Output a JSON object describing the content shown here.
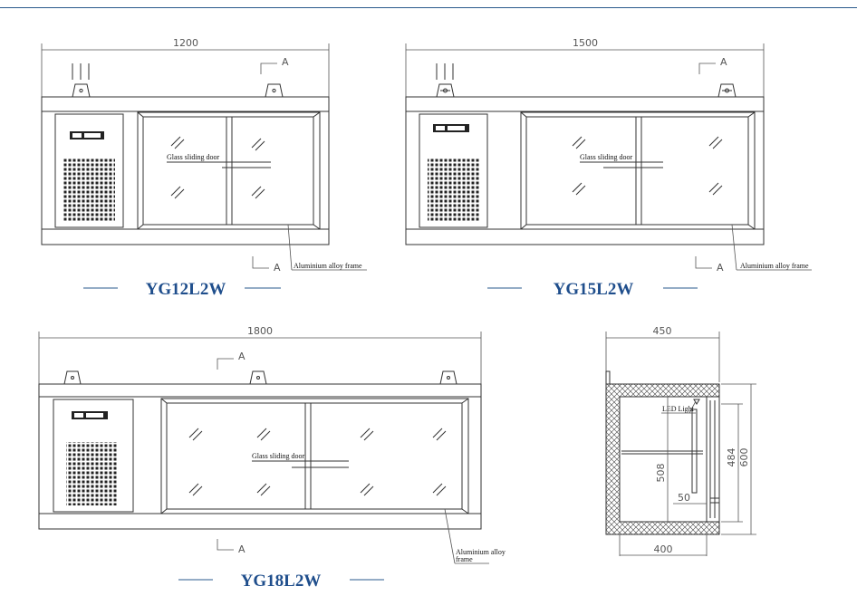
{
  "dims": {
    "w1200": "1200",
    "w1500": "1500",
    "w1800": "1800",
    "d450": "450",
    "d400": "400",
    "d508": "508",
    "d484": "484",
    "d600": "600",
    "d50": "50"
  },
  "section_marker": "A",
  "labels": {
    "glass_door": "Glass sliding door",
    "alu_frame": "Aluminium alloy frame",
    "alu_frame_l1": "Aluminium alloy",
    "alu_frame_l2": "frame",
    "led": "LED Light"
  },
  "models": {
    "m1": "YG12L2W",
    "m2": "YG15L2W",
    "m3": "YG18L2W"
  },
  "colors": {
    "accent": "#1f4e8c",
    "line": "#333333"
  }
}
